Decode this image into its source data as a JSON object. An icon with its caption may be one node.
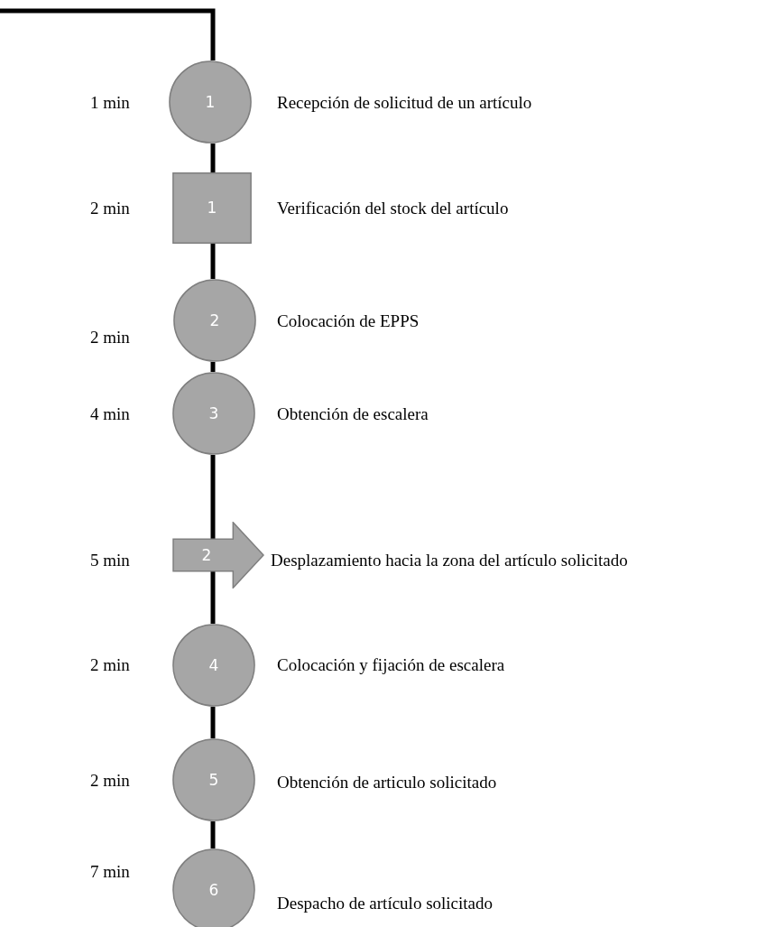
{
  "diagram": {
    "nodes": [
      {
        "text": [
          "1"
        ],
        "beside": [
          "1 min",
          "Recepción de solicitud de un artículo"
        ]
      },
      {
        "text": [
          "1"
        ],
        "beside": [
          "2 min",
          "Verificación del stock del artículo"
        ]
      },
      {
        "text": [
          "2"
        ],
        "beside": [
          "2 min",
          "Colocación de EPPS"
        ]
      },
      {
        "text": [
          "3"
        ],
        "beside": [
          "4 min",
          "Obtención de escalera"
        ]
      },
      {
        "text": [
          "2"
        ],
        "beside": [
          "5 min",
          "Desplazamiento hacia la zona del artículo solicitado"
        ]
      },
      {
        "text": [
          "4"
        ],
        "beside": [
          "2 min",
          "Colocación y fijación de escalera"
        ]
      },
      {
        "text": [
          "5"
        ],
        "beside": [
          "2 min",
          "Obtención de articulo solicitado"
        ]
      },
      {
        "text": [
          "6"
        ],
        "beside": [
          "7 min",
          "Despacho de artículo solicitado"
        ]
      }
    ],
    "edges": [
      {
        "from": null,
        "to": 0,
        "arrow": "none"
      },
      {
        "from": 0,
        "to": 1,
        "arrow": "none"
      },
      {
        "from": 1,
        "to": 2,
        "arrow": "none"
      },
      {
        "from": 2,
        "to": 3,
        "arrow": "none"
      },
      {
        "from": 3,
        "to": 4,
        "arrow": "none"
      },
      {
        "from": 4,
        "to": 5,
        "arrow": "none"
      },
      {
        "from": 5,
        "to": 6,
        "arrow": "none"
      },
      {
        "from": 6,
        "to": 7,
        "arrow": "none"
      }
    ]
  }
}
